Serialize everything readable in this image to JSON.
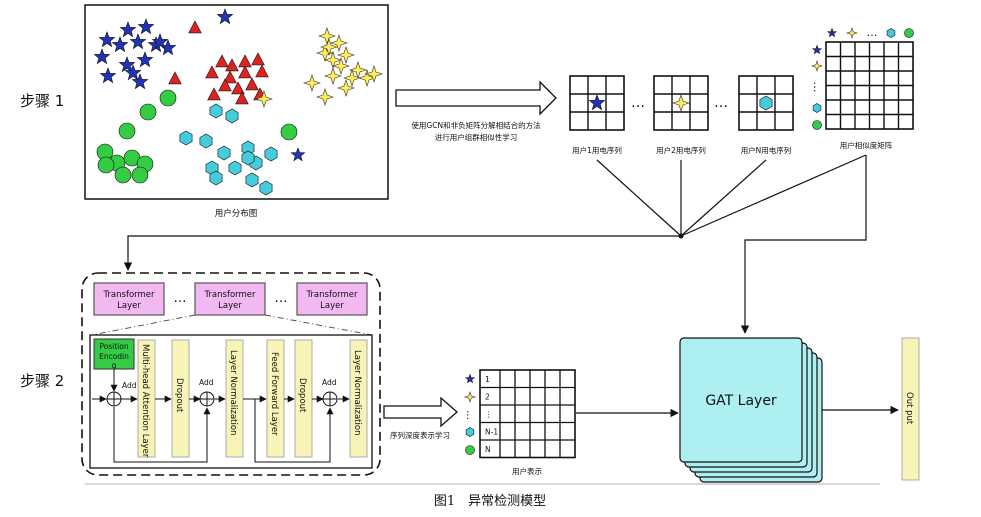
{
  "steps": {
    "step1": "步骤 1",
    "step2": "步骤 2"
  },
  "step1": {
    "distribution_caption": "用户分布图",
    "arrow_text_line1": "使用GCN和非负矩阵分解相结合的方法",
    "arrow_text_line2": "进行用户组群相似性学习",
    "seq1": "用户1用电序列",
    "seq2": "用户2用电序列",
    "seqN": "用户N用电序列",
    "ellipsis": "…",
    "matrix_caption": "用户相似度矩阵"
  },
  "step2": {
    "transformer_label_line1": "Transformer",
    "transformer_label_line2": "Layer",
    "ellipsis": "…",
    "position_line1": "Position",
    "position_line2": "Encodin",
    "position_line3": "g",
    "add": "Add",
    "mha": "Multi-head Attention Layer",
    "dropout": "Dropout",
    "layernorm": "Layer Normalization",
    "ffn": "Feed Forward Layer",
    "arrow_text": "序列深度表示学习",
    "rep_rows": [
      "1",
      "2",
      "⋮",
      "N-1",
      "N"
    ],
    "rep_caption": "用户表示",
    "gat": "GAT Layer",
    "output": "Out put"
  },
  "caption": "图1　异常检测模型",
  "colors": {
    "star_blue": "#2233bb",
    "triangle_red": "#dd2222",
    "star_yellow": "#ffee55",
    "hex_cyan": "#44ccdd",
    "circle_green": "#33cc44",
    "pink": "#f2b8f2",
    "yellow_box": "#f8f4b8",
    "gat": "#aef0f2"
  }
}
